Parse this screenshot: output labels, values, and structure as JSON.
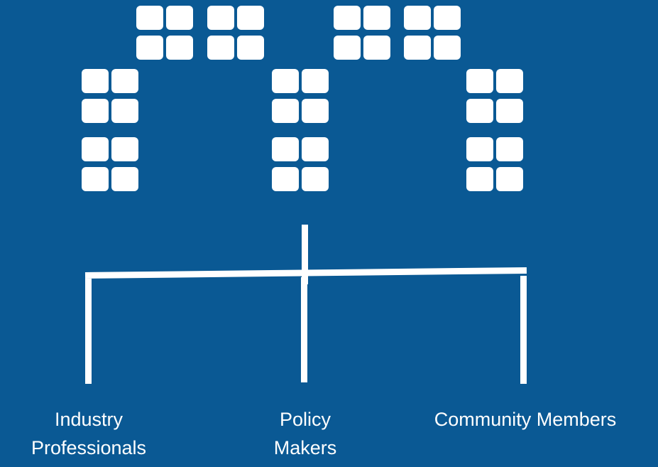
{
  "colors": {
    "background": "#0a5994",
    "foreground": "#ffffff"
  },
  "icons": [
    "grid-block-icon"
  ],
  "branches": [
    {
      "line1": "Industry",
      "line2": "Professionals"
    },
    {
      "line1": "Policy",
      "line2": "Makers"
    },
    {
      "line1": "Community Members",
      "line2": ""
    }
  ]
}
